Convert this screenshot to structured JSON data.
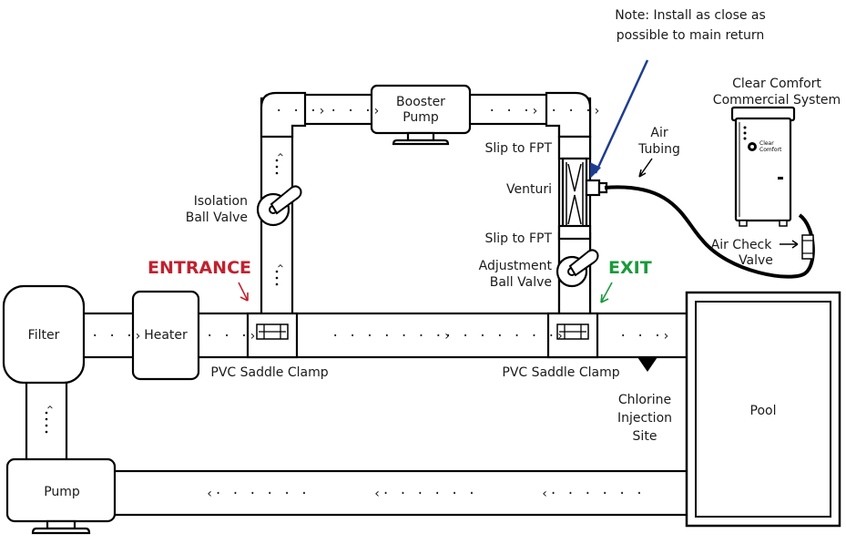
{
  "labels": {
    "filter": "Filter",
    "heater": "Heater",
    "pump": "Pump",
    "pool": "Pool",
    "booster_pump_line1": "Booster",
    "booster_pump_line2": "Pump",
    "isolation_line1": "Isolation",
    "isolation_line2": "Ball Valve",
    "adjustment_line1": "Adjustment",
    "adjustment_line2": "Ball Valve",
    "entrance": "ENTRANCE",
    "exit": "EXIT",
    "saddle_left": "PVC Saddle Clamp",
    "saddle_right": "PVC Saddle Clamp",
    "slip_top": "Slip to FPT",
    "slip_bottom": "Slip to FPT",
    "venturi": "Venturi",
    "air_tubing_line1": "Air",
    "air_tubing_line2": "Tubing",
    "air_check_line1": "Air Check",
    "air_check_line2": "Valve",
    "note_line1": "Note: Install as close as",
    "note_line2": "possible to main return",
    "system_line1": "Clear Comfort",
    "system_line2": "Commercial System",
    "chlorine_line1": "Chlorine",
    "chlorine_line2": "Injection",
    "chlorine_line3": "Site",
    "cabinet_logo_line1": "Clear",
    "cabinet_logo_line2": "Comfort"
  },
  "flow": {
    "right_short": "· · ·›",
    "right_long": "· · · · · · ·›",
    "left_long": "‹· · · · · ·",
    "up": "‹"
  },
  "colors": {
    "entrance": "#c0222f",
    "exit": "#1a9a3c",
    "note_arrow": "#1f3d8f",
    "line": "#000000"
  }
}
